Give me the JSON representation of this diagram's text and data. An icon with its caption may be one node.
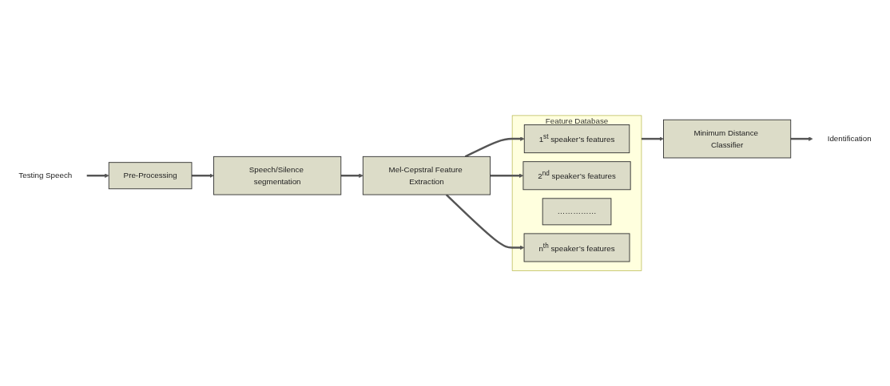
{
  "diagram": {
    "nodes": [
      {
        "text": [
          "Testing Speech"
        ]
      },
      {
        "text": [
          "Pre-Processing"
        ]
      },
      {
        "text": [
          "Speech/Silence segmentation"
        ]
      },
      {
        "text": [
          "Mel-Cepstral Feature Extraction"
        ]
      },
      {
        "text": [
          "Feature Database"
        ]
      },
      {
        "text": [
          "1$^{st}$ speaker’s features"
        ],
        "in": 4
      },
      {
        "text": [
          "2$^{nd}$ speaker’s features"
        ],
        "in": 4
      },
      {
        "text": [
          "……………"
        ],
        "in": 4
      },
      {
        "text": [
          "n$^{th}$ speaker’s features"
        ],
        "in": 4
      },
      {
        "text": [
          "Minimum Distance Classifier"
        ]
      },
      {
        "text": [
          "Identification"
        ]
      }
    ],
    "edges": [
      {
        "from": 0,
        "to": 1,
        "arrow": "to"
      },
      {
        "from": 1,
        "to": 2,
        "arrow": "to"
      },
      {
        "from": 2,
        "to": 3,
        "arrow": "to"
      },
      {
        "from": 3,
        "to": 5,
        "arrow": "to"
      },
      {
        "from": 3,
        "to": 6,
        "arrow": "to"
      },
      {
        "from": 3,
        "to": 8,
        "arrow": "to"
      },
      {
        "from": 4,
        "to": 9,
        "arrow": "to"
      },
      {
        "from": 9,
        "to": 10,
        "arrow": "to"
      }
    ]
  }
}
